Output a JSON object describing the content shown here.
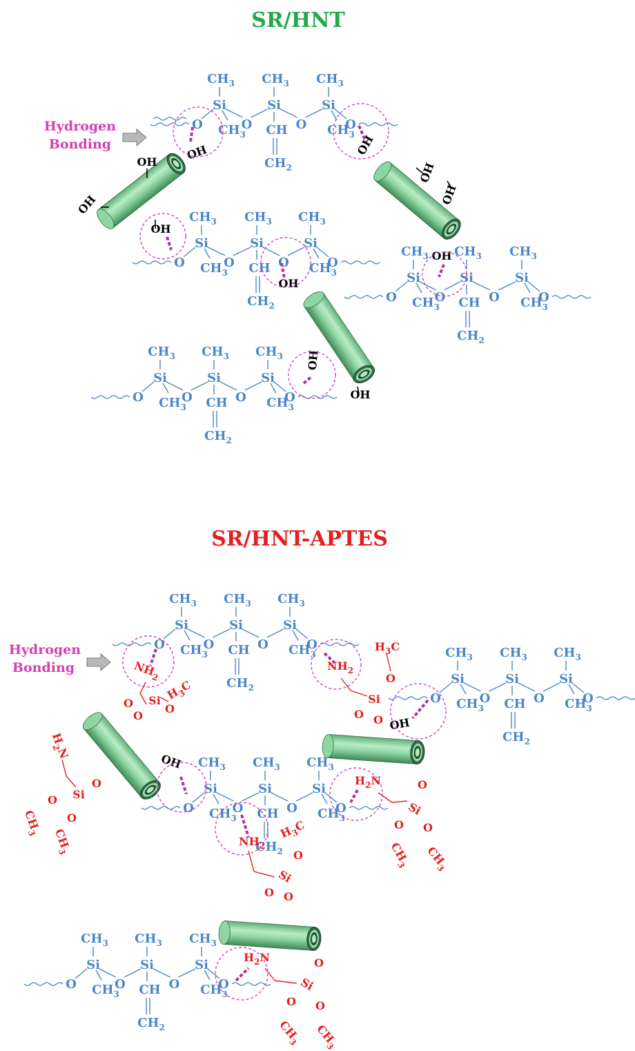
{
  "titles": {
    "top": "SR/HNT",
    "bottom": "SR/HNT-APTES"
  },
  "labels": {
    "hydrogen": "Hydrogen",
    "bonding": "Bonding"
  },
  "atoms": {
    "si": "Si",
    "o": "O",
    "ch3": "CH3",
    "ch": "CH",
    "ch2": "CH2",
    "oh": "OH",
    "nh2": "NH2",
    "h2n": "H2N",
    "h3c": "H3C"
  },
  "colors": {
    "title_top": "#22a84a",
    "title_bottom": "#e51e1e",
    "polymer": "#4a86c8",
    "silane": "#e51e1e",
    "hydrogen_bond": "#d43fb2",
    "nanotube": "#8ed6a2"
  }
}
